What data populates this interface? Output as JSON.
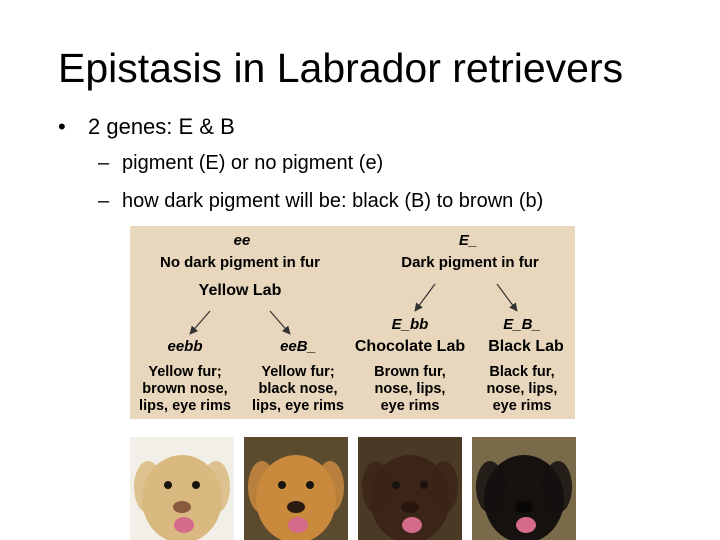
{
  "slide": {
    "title": "Epistasis in Labrador retrievers",
    "bullet_main": "2 genes: E & B",
    "sub_bullets": [
      "pigment (E) or no pigment (e)",
      "how dark pigment will be: black (B) to brown (b)"
    ],
    "bullet_symbol": "•",
    "dash_symbol": "–"
  },
  "diagram": {
    "left": {
      "genotype": "ee",
      "description": "No dark pigment in fur",
      "phenotype": "Yellow Lab"
    },
    "right": {
      "genotype": "E_",
      "description": "Dark pigment in fur"
    },
    "sub": [
      {
        "genotype": "eebb",
        "line1": "Yellow fur;",
        "line2": "brown nose,",
        "line3": "lips, eye rims"
      },
      {
        "genotype": "eeB_",
        "line1": "Yellow fur;",
        "line2": "black nose,",
        "line3": "lips, eye rims"
      },
      {
        "genotype": "E_bb",
        "name": "Chocolate Lab",
        "line1": "Brown fur,",
        "line2": "nose, lips,",
        "line3": "eye rims"
      },
      {
        "genotype": "E_B_",
        "name": "Black Lab",
        "line1": "Black fur,",
        "line2": "nose, lips,",
        "line3": "eye rims"
      }
    ]
  },
  "photos": [
    {
      "name": "yellow-lab-brown-nose-photo",
      "fur": "#d9b97f",
      "nose": "#8a5a3c"
    },
    {
      "name": "yellow-lab-black-nose-photo",
      "fur": "#c98a3e",
      "nose": "#2a1a12"
    },
    {
      "name": "chocolate-lab-photo",
      "fur": "#3b2418",
      "nose": "#2a160e"
    },
    {
      "name": "black-lab-photo",
      "fur": "#15110f",
      "nose": "#0a0807"
    }
  ],
  "colors": {
    "diagram_background": "#e8d7bc",
    "text": "#000000",
    "tongue": "#d66a8a"
  }
}
